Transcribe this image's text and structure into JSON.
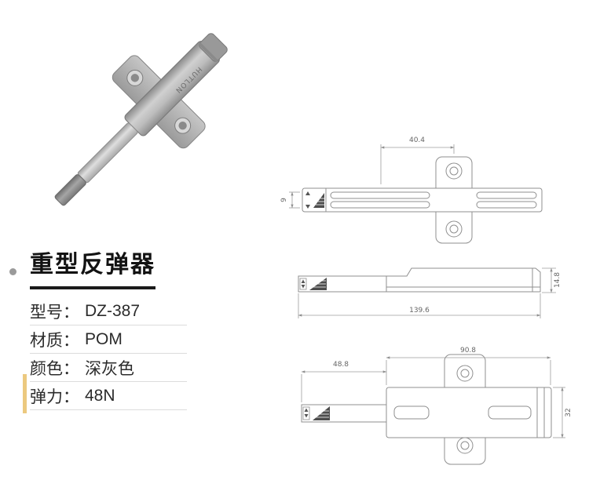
{
  "product": {
    "brand": "HUTLON",
    "title": "重型反弹器",
    "specs": [
      {
        "label": "型号：",
        "value": "DZ-387"
      },
      {
        "label": "材质：",
        "value": "POM"
      },
      {
        "label": "颜色：",
        "value": "深灰色"
      },
      {
        "label": "弹力：",
        "value": "48N"
      }
    ]
  },
  "drawings": {
    "top_view": {
      "width_dim": "40.4",
      "height_dim": "9"
    },
    "side_view": {
      "height_dim": "14.8",
      "length_dim": "139.6"
    },
    "bottom_view": {
      "width_dim": "90.8",
      "offset_dim": "48.8",
      "height_dim": "32"
    }
  },
  "colors": {
    "accent": "#ecc97f",
    "drawing_line": "#8f8f8f",
    "text": "#2b2b2b"
  }
}
